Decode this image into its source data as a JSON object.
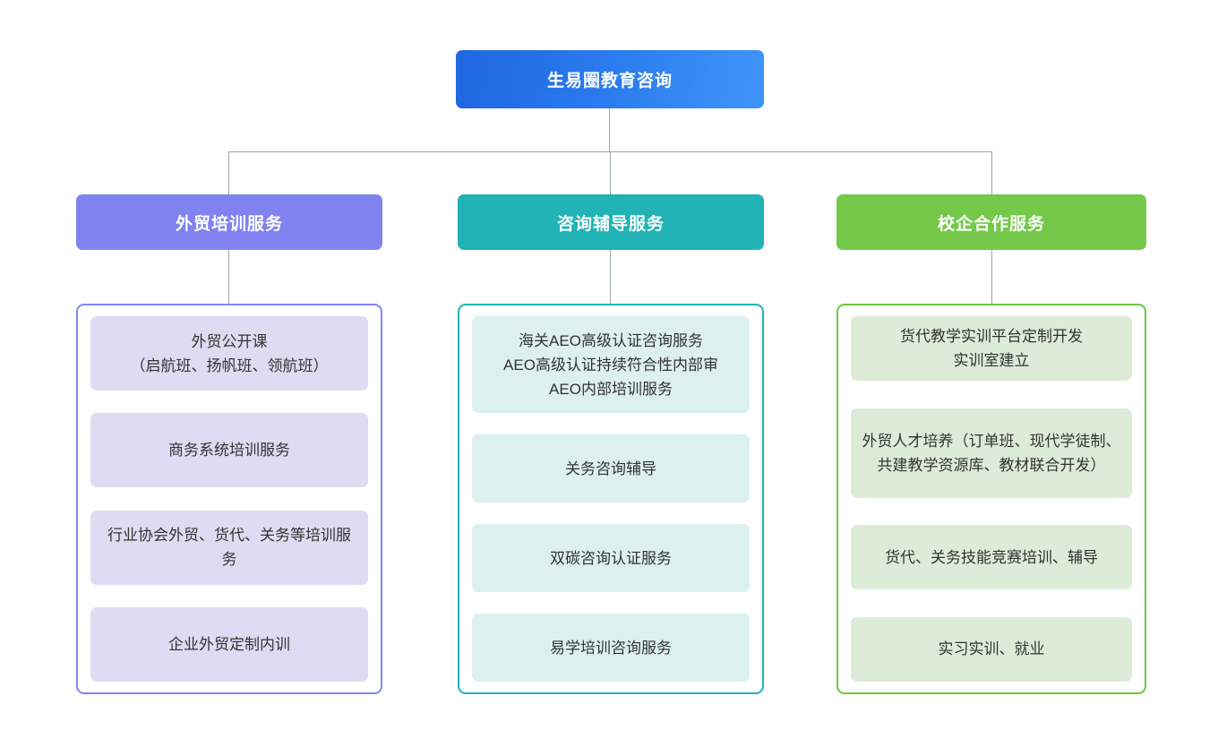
{
  "diagram": {
    "type": "organizational-tree",
    "root": {
      "label": "生易圈教育咨询",
      "color": "#2a7bee",
      "gradient_from": "#1f66e0",
      "gradient_to": "#3f95f9"
    },
    "connector_color": "#9aa7b0",
    "branches": [
      {
        "id": "training",
        "header": "外贸培训服务",
        "header_color": "#8083ef",
        "border_color": "#8285f0",
        "item_fill": "#dedcf2",
        "items": [
          "外贸公开课\n（启航班、扬帆班、领航班）",
          "商务系统培训服务",
          "行业协会外贸、货代、关务等培训服务",
          "企业外贸定制内训"
        ]
      },
      {
        "id": "consulting",
        "header": "咨询辅导服务",
        "header_color": "#21b3b5",
        "border_color": "#1eb4b8",
        "item_fill": "#dbf0ef",
        "items": [
          "海关AEO高级认证咨询服务\nAEO高级认证持续符合性内部审\nAEO内部培训服务",
          "关务咨询辅导",
          "双碳咨询认证服务",
          "易学培训咨询服务"
        ]
      },
      {
        "id": "school-enterprise",
        "header": "校企合作服务",
        "header_color": "#74c94a",
        "border_color": "#6ac83c",
        "item_fill": "#dcecd8",
        "items": [
          "货代教学实训平台定制开发\n实训室建立",
          "外贸人才培养（订单班、现代学徒制、共建教学资源库、教材联合开发）",
          "货代、关务技能竞赛培训、辅导",
          "实习实训、就业"
        ]
      }
    ]
  }
}
